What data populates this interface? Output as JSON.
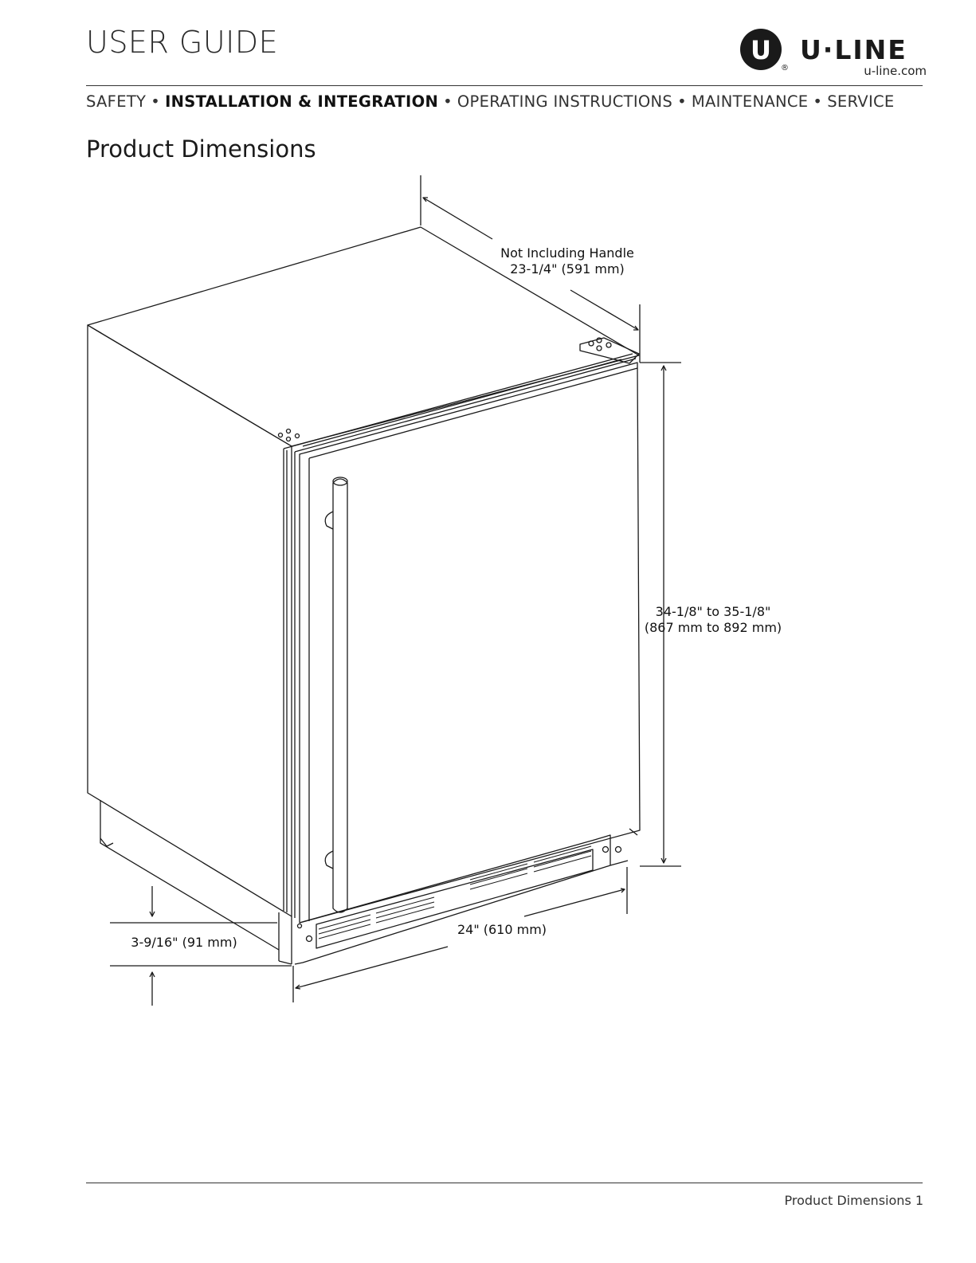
{
  "header": {
    "title": "USER GUIDE",
    "brand_name": "U·LINE",
    "brand_mark": "U",
    "brand_registered": "®",
    "brand_url": "u-line.com"
  },
  "nav": {
    "items": [
      {
        "label": "SAFETY",
        "active": false
      },
      {
        "label": "INSTALLATION & INTEGRATION",
        "active": true
      },
      {
        "label": "OPERATING INSTRUCTIONS",
        "active": false
      },
      {
        "label": "MAINTENANCE",
        "active": false
      },
      {
        "label": "SERVICE",
        "active": false
      }
    ],
    "separator": "•"
  },
  "section": {
    "title": "Product Dimensions"
  },
  "diagram": {
    "depth_note": "Not Including Handle",
    "depth_value": "23-1/4\" (591 mm)",
    "height_value": "34-1/8\" to 35-1/8\"",
    "height_metric": "(867 mm to 892 mm)",
    "width_value": "24\" (610 mm)",
    "toe_kick_value": "3-9/16\" (91 mm)"
  },
  "footer": {
    "page_label": "Product Dimensions 1"
  },
  "colors": {
    "line": "#1a1a1a",
    "text": "#1a1a1a"
  }
}
